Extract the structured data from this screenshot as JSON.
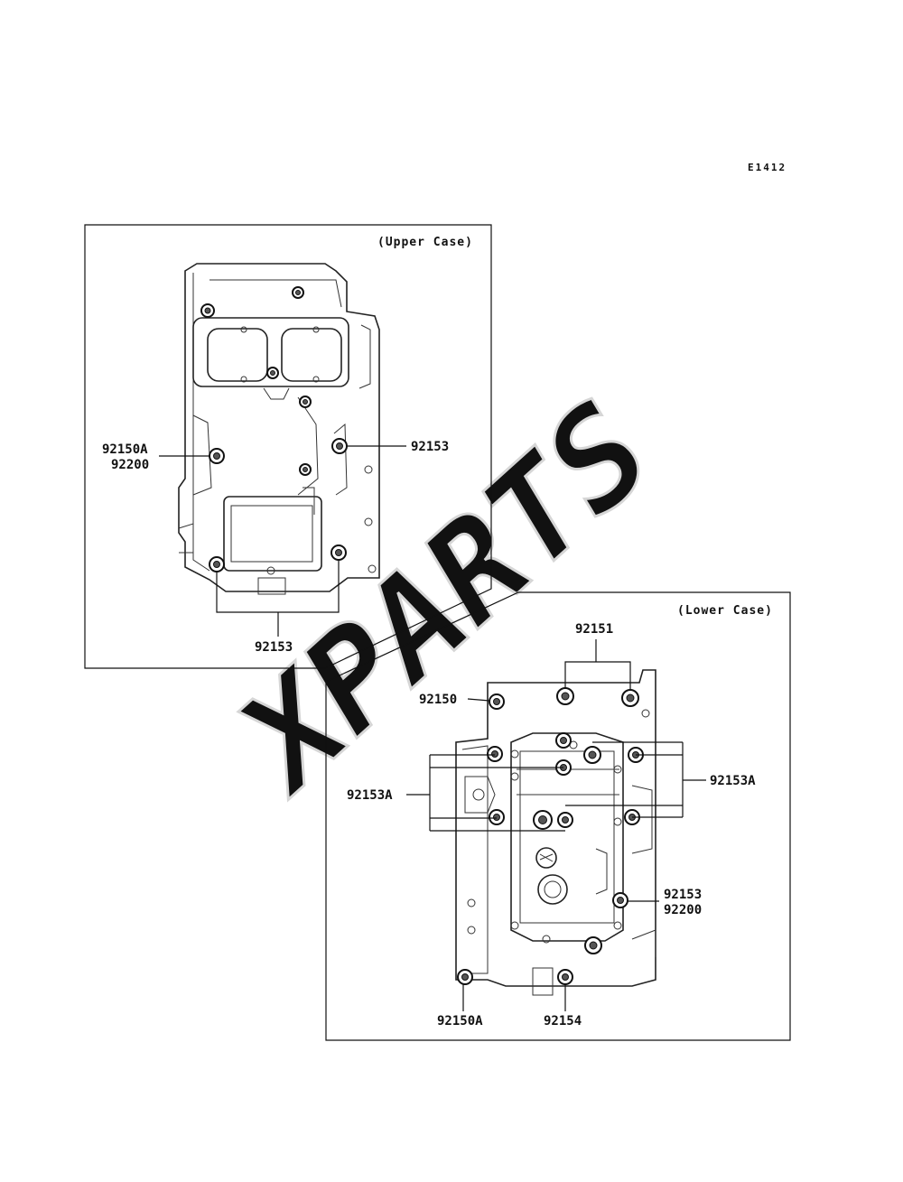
{
  "reference_code": "E1412",
  "watermark": "XPARTS",
  "upper_case": {
    "title": "(Upper Case)",
    "labels": {
      "l1": "92150A",
      "l2": "92200",
      "l3": "92153",
      "l4": "92153"
    }
  },
  "lower_case": {
    "title": "(Lower Case)",
    "labels": {
      "l1": "92151",
      "l2": "92150",
      "l3": "92153A",
      "l4": "92153A",
      "l5": "92153",
      "l6": "92200",
      "l7": "92150A",
      "l8": "92154"
    }
  }
}
